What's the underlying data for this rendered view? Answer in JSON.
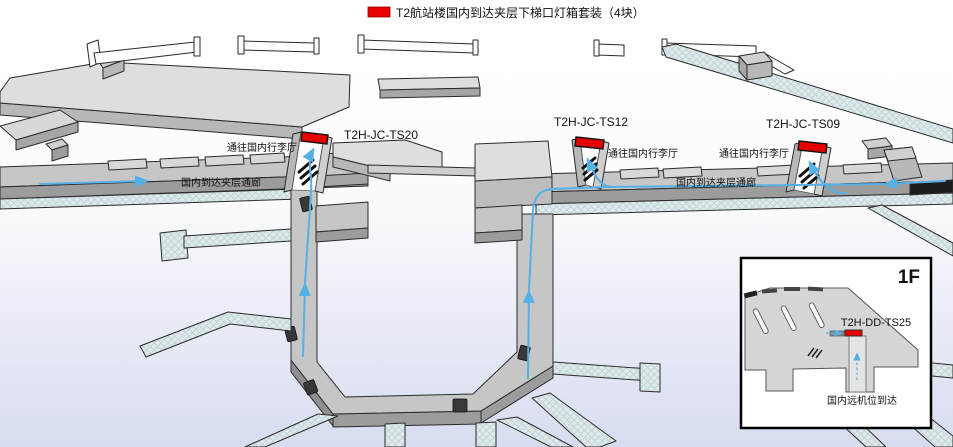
{
  "title": {
    "swatch_color": "#e60000",
    "text": "T2航站楼国内到达夹层下梯口灯箱套装（4块）"
  },
  "map": {
    "lightboxes": {
      "ts20": "T2H-JC-TS20",
      "ts12": "T2H-JC-TS12",
      "ts09": "T2H-JC-TS09"
    },
    "to_baggage_hall": "通往国内行李厅",
    "arrivals_corridor": "国内到达夹层通廊"
  },
  "inset": {
    "floor": "1F",
    "lightbox": "T2H-DD-TS25",
    "caption": "国内远机位到达"
  },
  "colors": {
    "lightbox_red": "#e60000",
    "route_blue": "#55b0e5"
  }
}
